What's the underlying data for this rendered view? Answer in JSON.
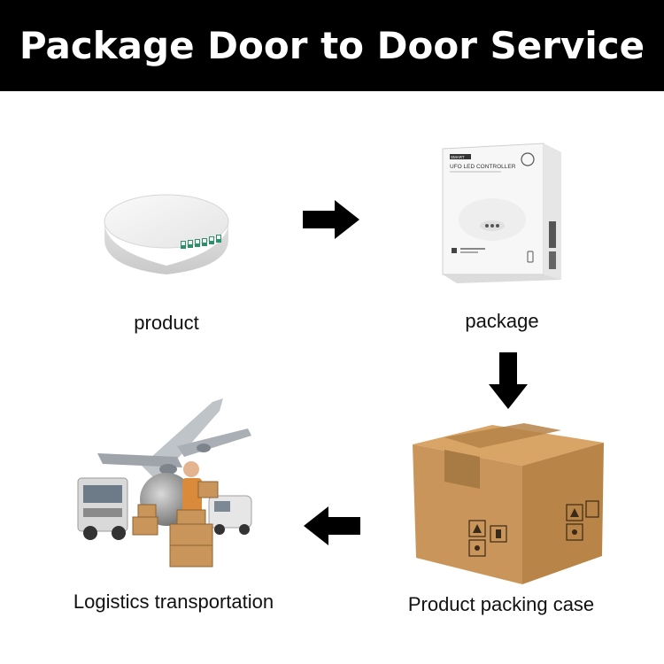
{
  "header": {
    "title": "Package Door to Door Service"
  },
  "steps": [
    {
      "label": "product",
      "icon": "led-controller-device-icon"
    },
    {
      "label": "package",
      "icon": "product-box-icon",
      "box_text": {
        "brand": "SMART",
        "model": "UFO LED CONTROLLER"
      }
    },
    {
      "label": "Product packing case",
      "icon": "cardboard-box-icon"
    },
    {
      "label": "Logistics transportation",
      "icon": "logistics-collage-icon"
    }
  ],
  "arrows": [
    "right-arrow-icon",
    "down-arrow-icon",
    "left-arrow-icon"
  ],
  "colors": {
    "banner_bg": "#000000",
    "banner_text": "#ffffff",
    "arrow": "#000000",
    "cardboard": "#c9955a",
    "tape": "#a87a44"
  }
}
